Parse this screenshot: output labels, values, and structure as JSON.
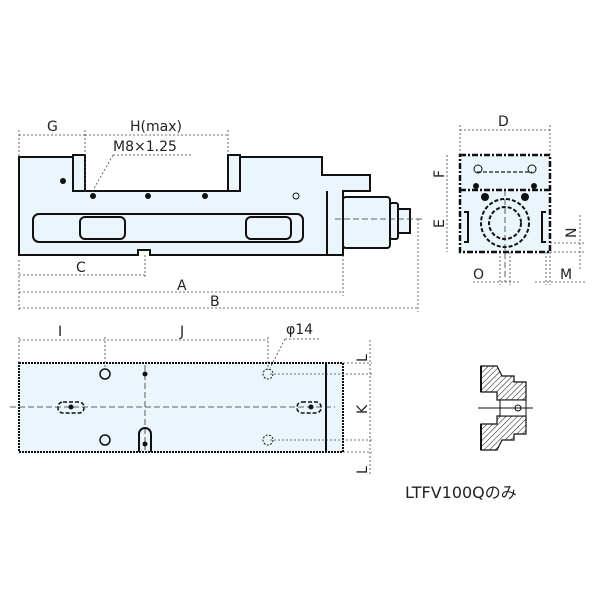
{
  "side_view": {
    "G": "G",
    "H": "H(max)",
    "thread": "M8×1.25",
    "C": "C",
    "A": "A",
    "B": "B"
  },
  "end_view": {
    "D": "D",
    "F": "F",
    "E": "E",
    "N": "N",
    "O": "O",
    "M": "M"
  },
  "bottom_view": {
    "I": "I",
    "J": "J",
    "hole": "φ14",
    "K": "K",
    "L_top": "L",
    "L_bottom": "L"
  },
  "note": "LTFV100Qのみ",
  "colors": {
    "fill": "#eaf6fb",
    "line": "#111111"
  }
}
